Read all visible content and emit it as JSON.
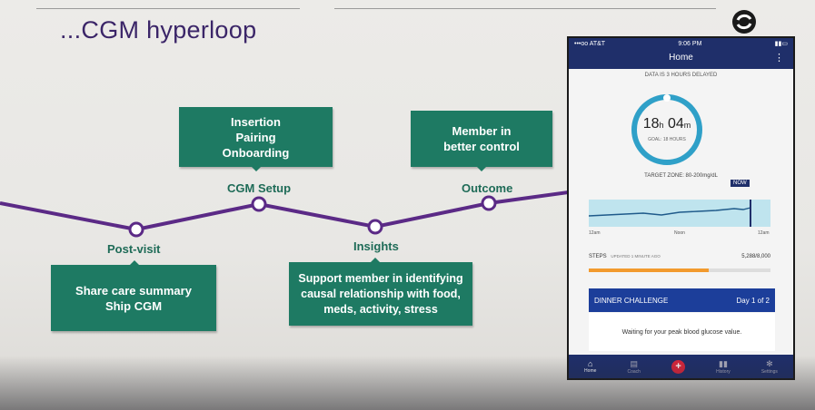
{
  "slide": {
    "title": "...CGM hyperloop",
    "steps": [
      {
        "label": "Post-visit",
        "box": [
          "Share care summary",
          "Ship CGM"
        ]
      },
      {
        "label": "CGM Setup",
        "box": [
          "Insertion",
          "Pairing",
          "Onboarding"
        ]
      },
      {
        "label": "Insights",
        "box": [
          "Support member in identifying",
          "causal relationship with food,",
          "meds, activity, stress"
        ]
      },
      {
        "label": "Outcome",
        "box": [
          "Member in",
          "better control"
        ]
      }
    ],
    "colors": {
      "box": "#1e7a63",
      "line": "#5b2a86",
      "title": "#3b2568"
    }
  },
  "phone": {
    "status": {
      "carrier": "•••oo AT&T",
      "time": "9:06 PM"
    },
    "header": {
      "title": "Home",
      "menu_icon": "kebab-menu-icon"
    },
    "delay_notice": "DATA IS 3 HOURS DELAYED",
    "ring": {
      "hours": "18",
      "h_unit": "h",
      "minutes": "04",
      "m_unit": "m",
      "goal": "GOAL: 18 HOURS"
    },
    "target_zone": "TARGET ZONE: 80-200mg/dL",
    "now_label": "NOW",
    "axis": {
      "left": "12am",
      "mid": "Noon",
      "right": "12am"
    },
    "steps": {
      "label": "STEPS",
      "updated": "UPDATED 1 MINUTE AGO",
      "value": "5,288/8,000",
      "fraction": 0.66
    },
    "challenge": {
      "title": "DINNER CHALLENGE",
      "day": "Day 1 of 2",
      "message": "Waiting for your peak blood glucose value."
    },
    "tabs": [
      {
        "label": "Home",
        "icon": "home-icon"
      },
      {
        "label": "Coach",
        "icon": "chat-icon"
      },
      {
        "label": "",
        "icon": "plus-icon"
      },
      {
        "label": "History",
        "icon": "history-icon"
      },
      {
        "label": "Settings",
        "icon": "gear-icon"
      }
    ]
  }
}
